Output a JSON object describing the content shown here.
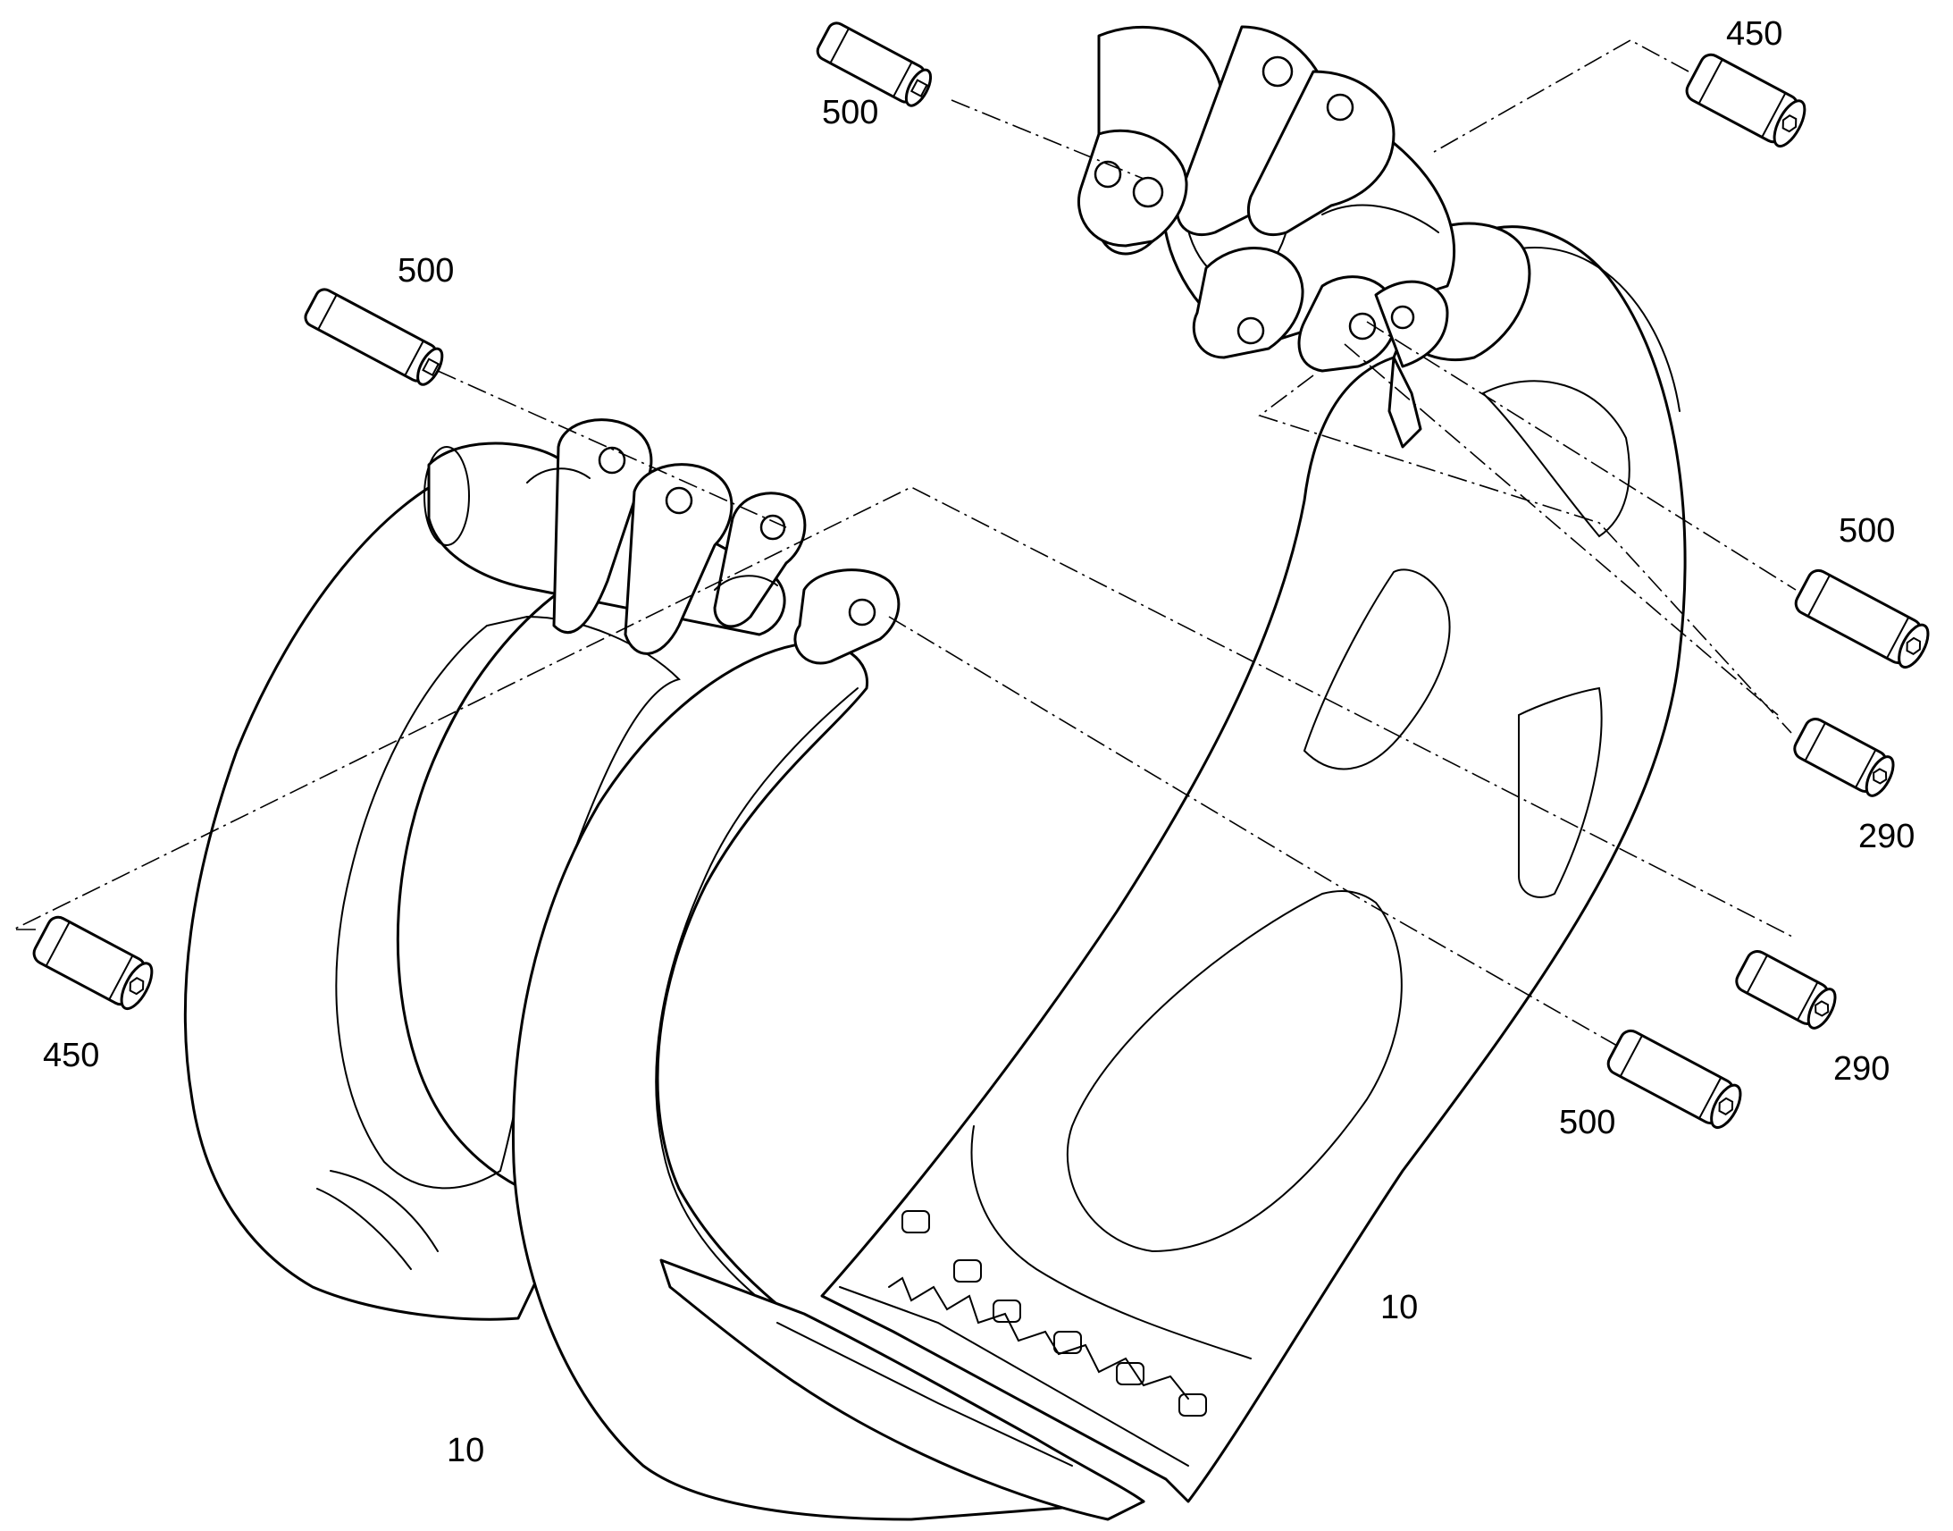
{
  "callouts": {
    "pin_top_left": "500",
    "pin_top_right": "450",
    "pin_mid_left": "500",
    "pin_far_left": "450",
    "pin_right_1": "500",
    "pin_right_2": "290",
    "pin_right_3": "290",
    "pin_right_4": "500",
    "tine_left": "10",
    "tine_right": "10"
  }
}
